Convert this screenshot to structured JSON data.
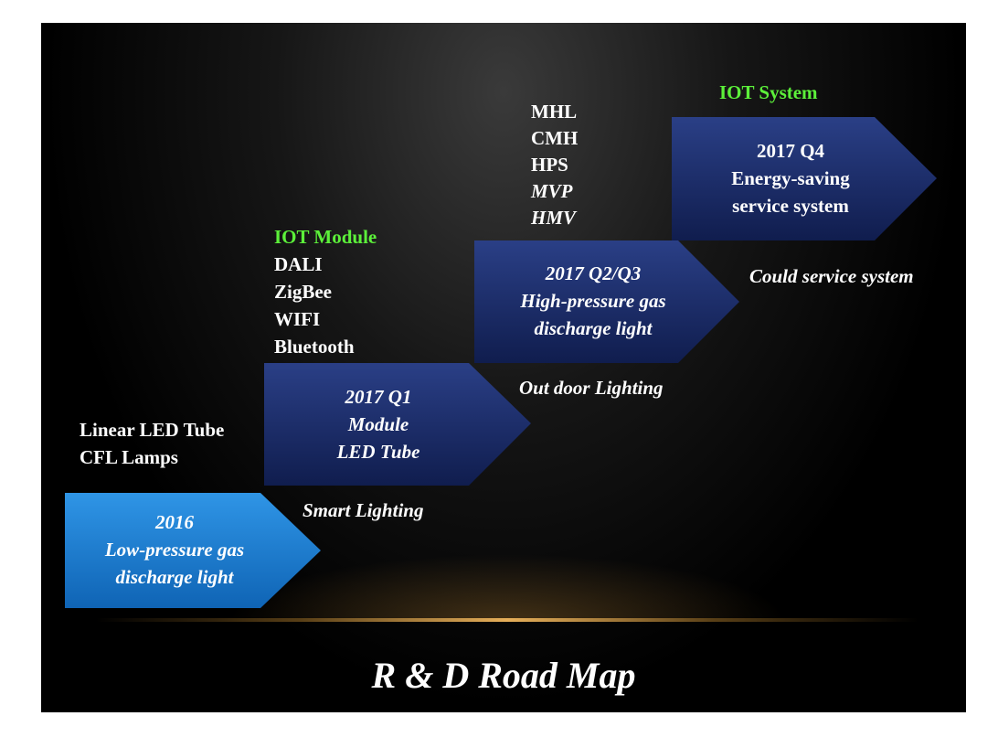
{
  "title": "R & D Road Map",
  "stages": [
    {
      "line1": "2016",
      "line2": "Low-pressure  gas",
      "line3": "discharge light",
      "color": "#1a7fd4"
    },
    {
      "line1": "2017 Q1",
      "line2": "Module",
      "line3": "LED Tube",
      "color": "#1c2f6e"
    },
    {
      "line1": "2017 Q2/Q3",
      "line2": "High-pressure  gas",
      "line3": "discharge light",
      "color": "#1c2f6e"
    },
    {
      "line1": "2017 Q4",
      "line2": "Energy-saving",
      "line3": "service system",
      "color": "#1c2f6e"
    }
  ],
  "labels": {
    "smart_lighting": "Smart Lighting",
    "outdoor_lighting": "Out door  Lighting",
    "cloud_service": "Could service  system"
  },
  "products_2016": [
    "Linear LED  Tube",
    "CFL Lamps"
  ],
  "iot_module": {
    "heading": "IOT Module",
    "items": [
      "DALI",
      "ZigBee",
      "WIFI",
      "Bluetooth"
    ]
  },
  "lamp_types": [
    "MHL",
    "CMH",
    "HPS",
    "MVP",
    "HMV"
  ],
  "iot_system": "IOT System",
  "colors": {
    "accent_green": "#5cf03a",
    "light_blue": "#1a7fd4",
    "dark_navy": "#1c2f6e",
    "glow": "#e6af5a"
  }
}
